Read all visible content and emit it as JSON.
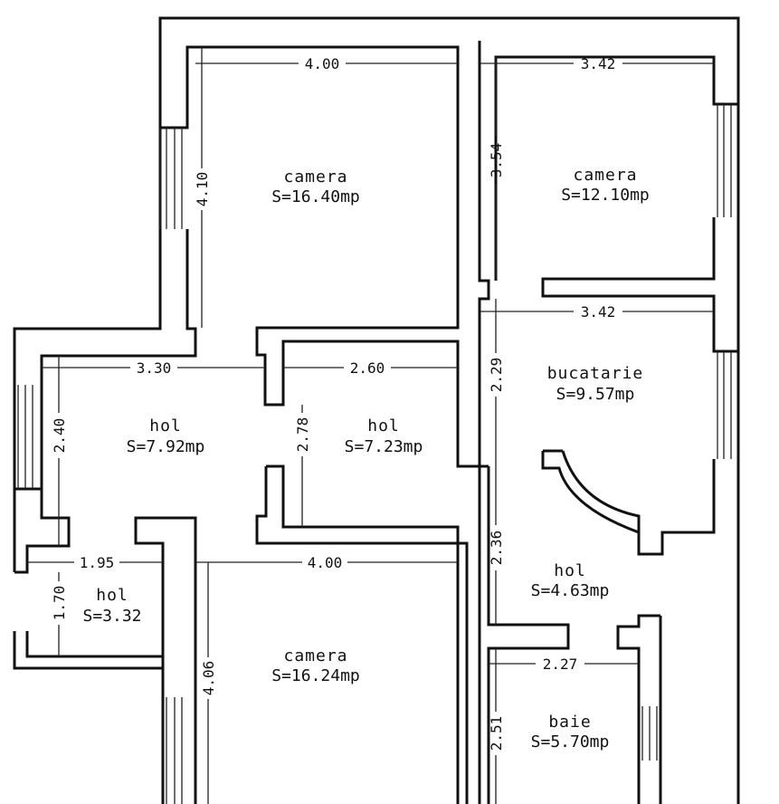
{
  "rooms": [
    {
      "name": "camera",
      "area": "S=16.40mp"
    },
    {
      "name": "camera",
      "area": "S=12.10mp"
    },
    {
      "name": "bucatarie",
      "area": "S=9.57mp"
    },
    {
      "name": "hol",
      "area": "S=7.92mp"
    },
    {
      "name": "hol",
      "area": "S=7.23mp"
    },
    {
      "name": "hol",
      "area": "S=3.32"
    },
    {
      "name": "camera",
      "area": "S=16.24mp"
    },
    {
      "name": "hol",
      "area": "S=4.63mp"
    },
    {
      "name": "baie",
      "area": "S=5.70mp"
    }
  ],
  "dimensions": [
    "4.00",
    "3.42",
    "4.10",
    "3.54",
    "3.42",
    "3.30",
    "2.60",
    "2.29",
    "2.40",
    "2.78",
    "1.95",
    "4.00",
    "2.36",
    "1.70",
    "2.27",
    "4.06",
    "2.51"
  ]
}
